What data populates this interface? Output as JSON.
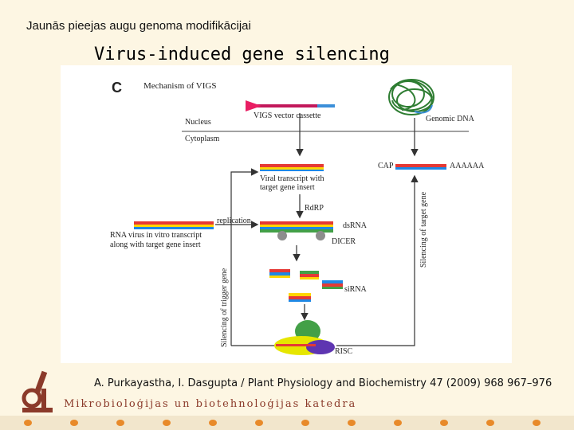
{
  "header": "Jaunās pieejas augu genoma modifikācijai",
  "title": "Virus-induced gene silencing",
  "diagram": {
    "panel_label": "C",
    "mechanism": "Mechanism of VIGS",
    "vector": "VIGS vector cassette",
    "nucleus": "Nucleus",
    "cytoplasm": "Cytoplasm",
    "genomic_dna": "Genomic DNA",
    "cap": "CAP",
    "polya": "AAAAAA",
    "viral_transcript_1": "Viral transcript with",
    "viral_transcript_2": "target gene insert",
    "rdrp": "RdRP",
    "replication": "replication",
    "dsrna": "dsRNA",
    "dicer": "DICER",
    "rna_virus_1": "RNA virus in vitro transcript",
    "rna_virus_2": "along with target gene insert",
    "sirna": "siRNA",
    "risc": "RISC",
    "silencing_target": "Silencing of target gene",
    "silencing_trigger": "Silencing of trigger gene"
  },
  "citation": "A. Purkayastha, I. Dasgupta / Plant Physiology and Biochemistry 47 (2009) 968 967–976",
  "department": "Mikrobioloģijas un biotehnoloģijas katedra",
  "colors": {
    "background": "#fdf6e3",
    "brand": "#8b3a2a",
    "accent": "#e88a2a"
  }
}
